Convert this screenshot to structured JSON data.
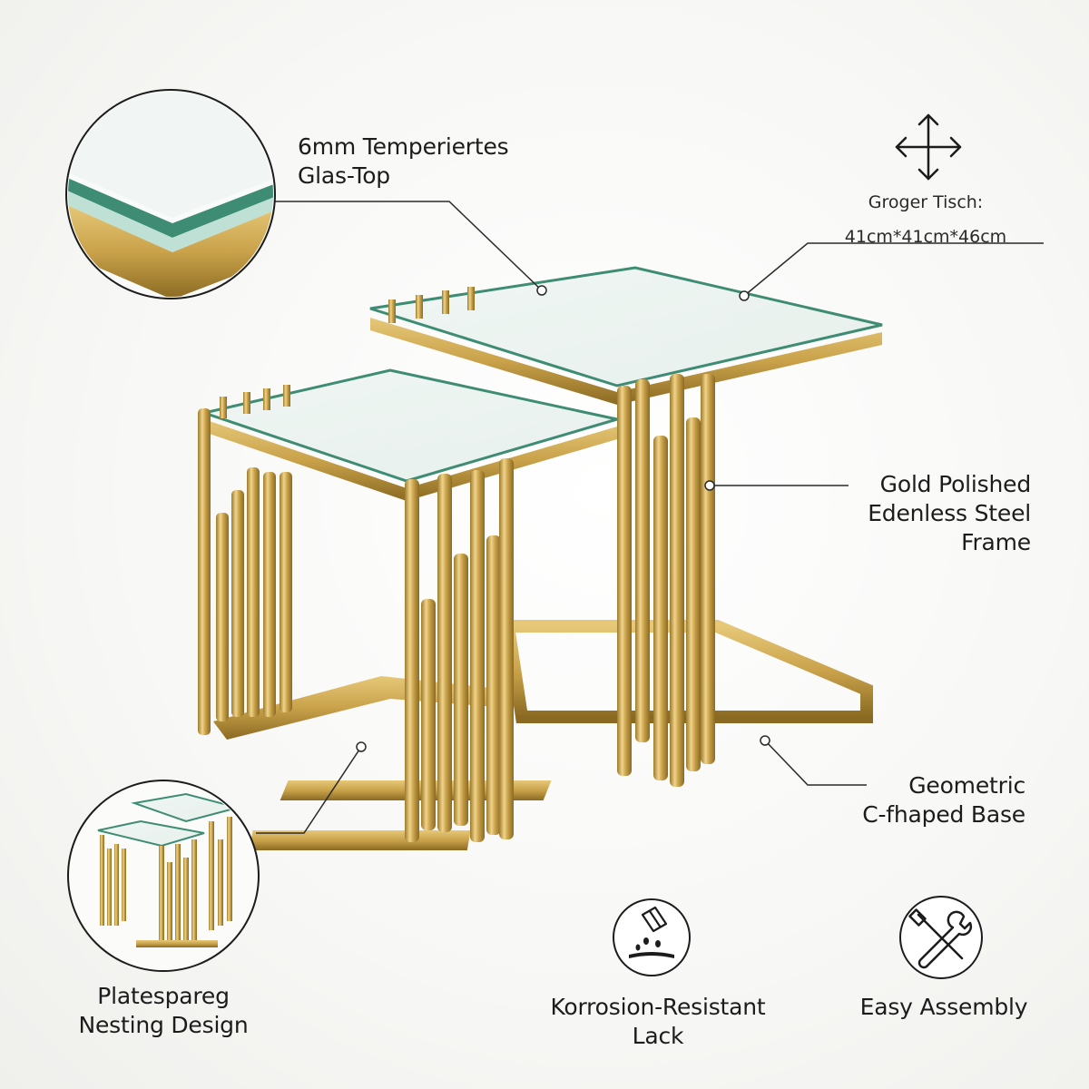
{
  "callouts": {
    "glass_top": [
      "6mm Temperiertes",
      "Glas-Top"
    ],
    "frame": [
      "Gold Polished",
      "Edenless Steel",
      "Frame"
    ],
    "base": [
      "Geometric",
      "C-fhaped Base"
    ],
    "nesting": [
      "Platespareg",
      "Nesting Design"
    ],
    "lack": [
      "Korrosion-Resistant",
      "Lack"
    ],
    "assembly": [
      "Easy Assembly"
    ]
  },
  "dimensions": {
    "title": "Groger Tisch:",
    "value": "41cm*41cm*46cm"
  },
  "icons": {
    "move": "move-arrows-icon",
    "paint": "paint-drip-icon",
    "tools": "wrench-screwdriver-icon"
  },
  "colors": {
    "gold": "#c9a24a",
    "gold_dark": "#9c7a2c",
    "glass_edge": "#3f8c74",
    "text": "#1c1c1c"
  }
}
